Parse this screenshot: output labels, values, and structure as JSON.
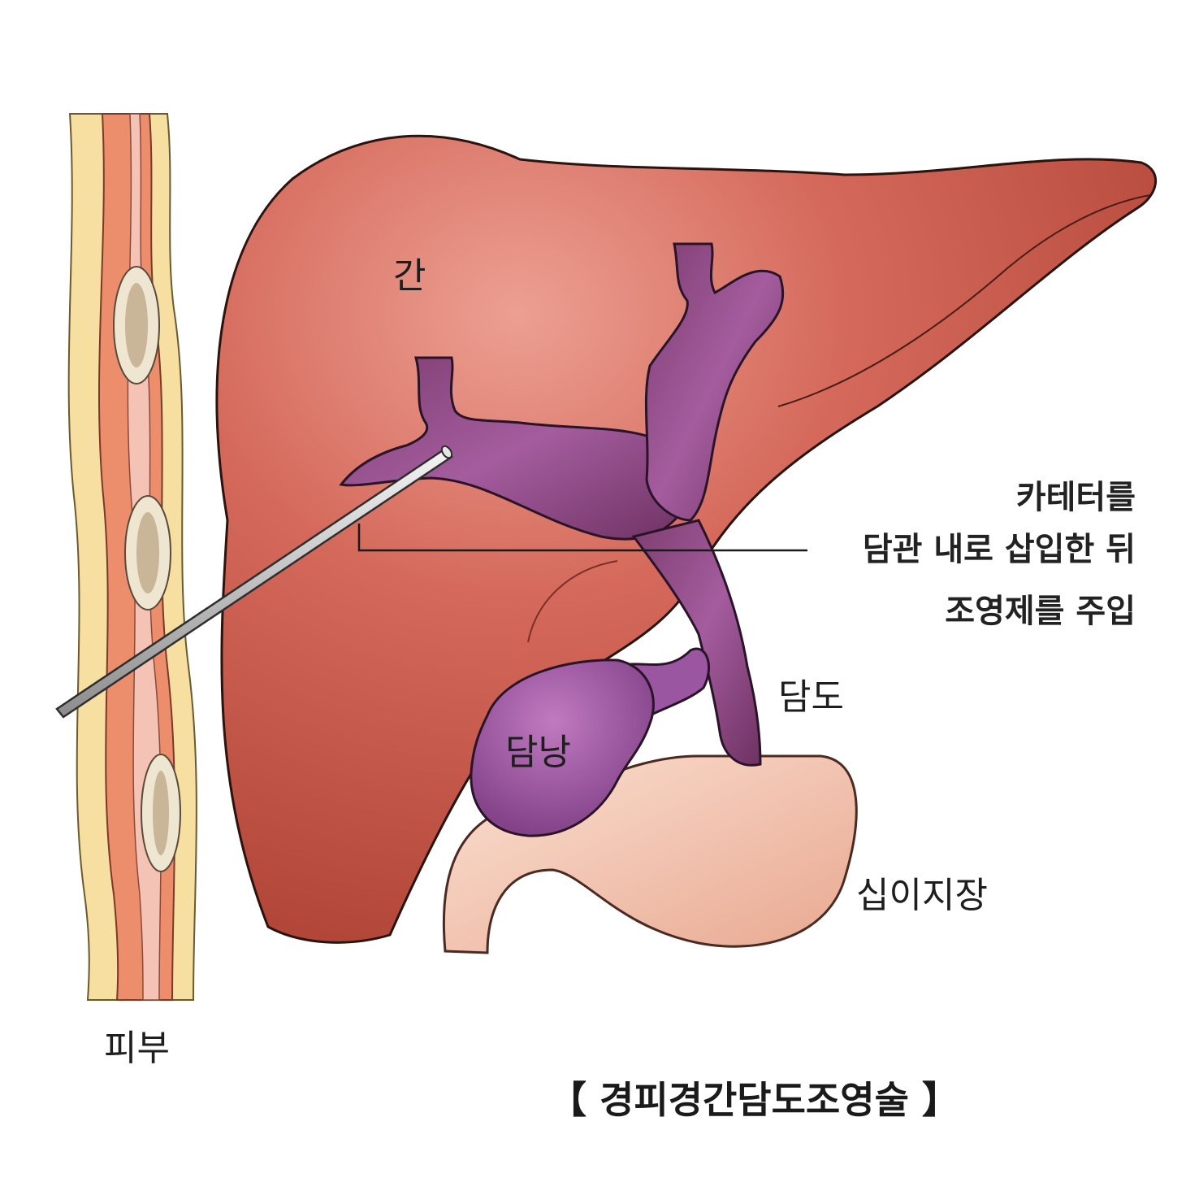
{
  "labels": {
    "liver": "간",
    "bile_duct": "담도",
    "gallbladder": "담낭",
    "duodenum": "십이지장",
    "skin": "피부"
  },
  "annotation": {
    "line1": "카테터를",
    "line2": "담관 내로 삽입한 뒤",
    "line3": "조영제를 주입"
  },
  "title": "【 경피경간담도조영술 】",
  "colors": {
    "liver": "#c8584a",
    "liver_highlight": "#e8998c",
    "bile_duct": "#8e4a86",
    "gallbladder": "#9a56a0",
    "duodenum": "#f2c2b0",
    "skin_fat": "#f6dfa0",
    "skin_dermis": "#ec8e6c",
    "vessel": "#e6dcc8",
    "catheter": "#bfbfbf"
  }
}
